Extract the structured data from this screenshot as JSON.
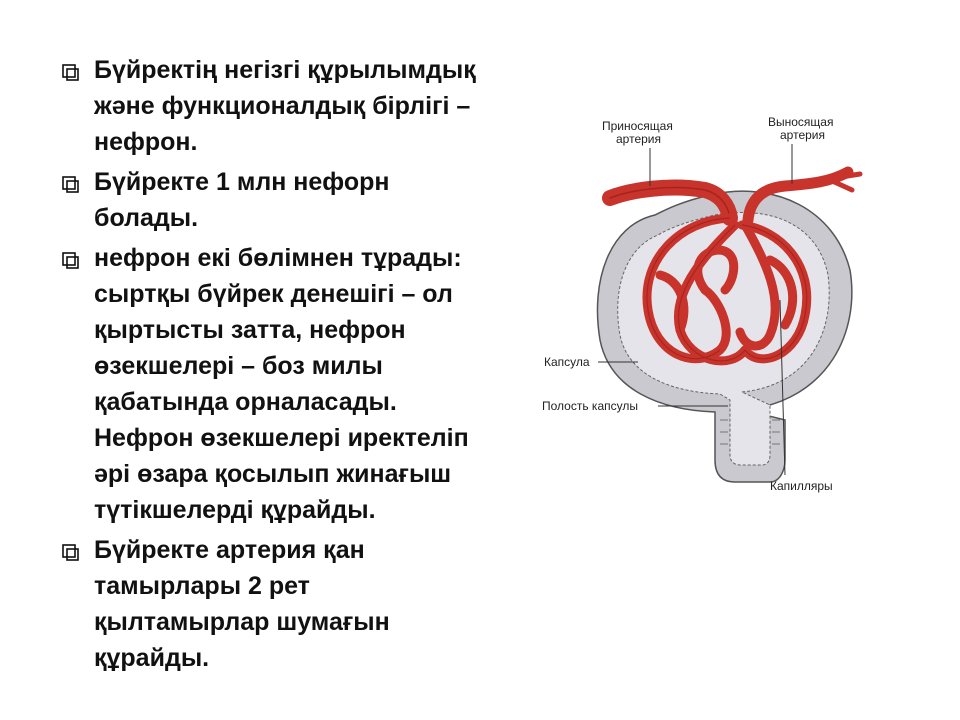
{
  "bullets": [
    {
      "text": "Бүйректің негізгі құрылымдық\nжәне функционалдық бірлігі –\nнефрон."
    },
    {
      "text": "Бүйректе 1 млн нефорн\nболады."
    },
    {
      "text": "  нефрон екі бөлімнен тұрады:\nсыртқы бүйрек денешігі – ол\nқыртысты затта, нефрон\nөзекшелері – боз милы\nқабатында орналасады.\nНефрон өзекшелері иректеліп\nәрі өзара қосылып жинағыш\nтүтікшелерді құрайды."
    },
    {
      "text": "Бүйректе артерия қан\nтамырлары 2 рет\nқылтамырлар шумағын\nқұрайды."
    }
  ],
  "diagram": {
    "labels": {
      "afferent_line1": "Приносящая",
      "afferent_line2": "артерия",
      "efferent_line1": "Выносящая",
      "efferent_line2": "артерия",
      "capsule": "Капсула",
      "capsule_cavity": "Полость капсулы",
      "capillaries": "Капилляры"
    },
    "colors": {
      "vessel": "#c8332b",
      "vessel_dark": "#8e1a16",
      "capsule_wall": "#c9c9cf",
      "capsule_inner": "#e4e4ea"
    }
  }
}
